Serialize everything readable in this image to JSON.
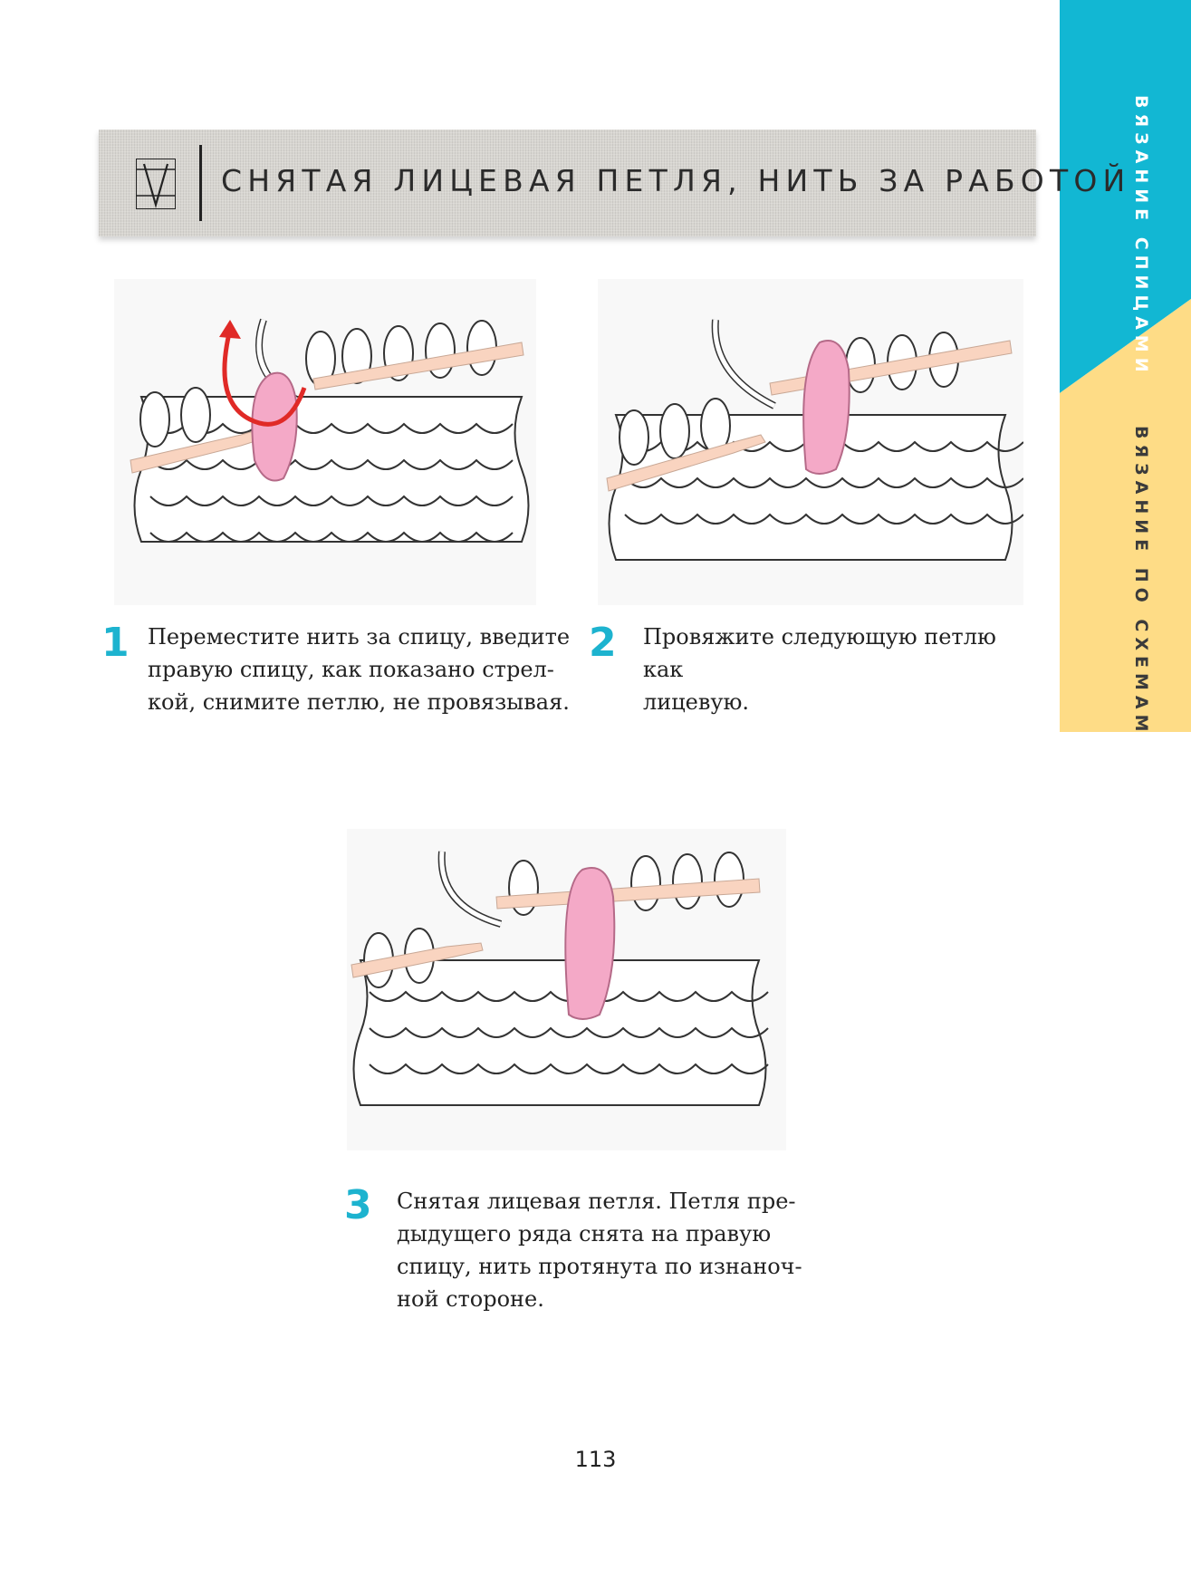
{
  "side_tabs": {
    "tab1": "ВЯЗАНИЕ СПИЦАМИ",
    "tab2": "ВЯЗАНИЕ ПО СХЕМАМ",
    "colors": {
      "tab1": "#12b7d3",
      "tab2": "#fedc86"
    }
  },
  "header": {
    "symbol": "V",
    "title": "СНЯТАЯ ЛИЦЕВАЯ ПЕТЛЯ, НИТЬ ЗА РАБОТОЙ"
  },
  "steps": [
    {
      "number": "1",
      "text": "Переместите нить за спицу, введите\nправую спицу, как показано стрел-\nкой, снимите петлю, не провязывая."
    },
    {
      "number": "2",
      "text": "Провяжите следующую петлю как\nлицевую."
    },
    {
      "number": "3",
      "text": "Снятая лицевая петля. Петля пре-\nдыдущего ряда снята на правую\nспицу, нить протянута по изнаноч-\nной стороне."
    }
  ],
  "colors": {
    "accent": "#1db3cf",
    "highlight_loop": "#f4a9c7",
    "arrow": "#e02a27",
    "needle": "#f9d4c0"
  },
  "page_number": "113"
}
